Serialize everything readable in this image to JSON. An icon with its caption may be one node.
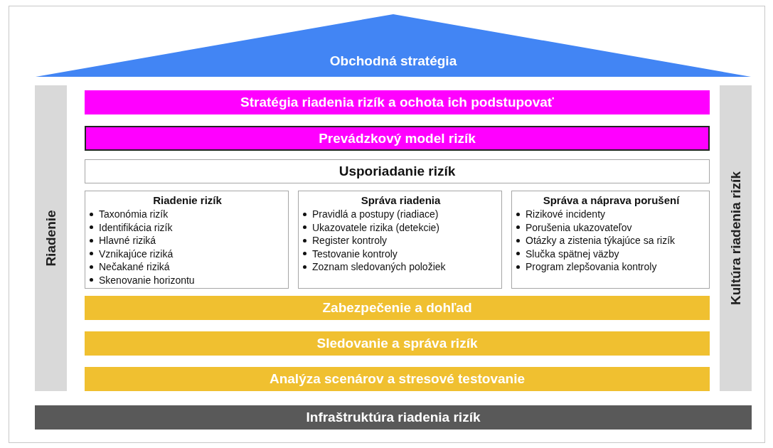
{
  "diagram": {
    "nodes": [
      {
        "text": [
          "Obchodná stratégia"
        ]
      },
      {
        "text": [
          "Riadenie"
        ]
      },
      {
        "text": [
          "Kultúra riadenia rizík"
        ]
      },
      {
        "text": [
          "Stratégia riadenia rizík a ochota ich podstupovať"
        ]
      },
      {
        "text": [
          "Prevádzkový model rizík"
        ]
      },
      {
        "text": [
          "Usporiadanie rizík"
        ]
      },
      {
        "text": [
          "Riadenie rizík",
          "Taxonómia rizík",
          "Identifikácia rizík",
          "Hlavné riziká",
          "Vznikajúce riziká",
          "Nečakané riziká",
          "Skenovanie horizontu"
        ]
      },
      {
        "text": [
          "Správa riadenia",
          "Pravidlá a postupy (riadiace)",
          "Ukazovatele rizika (detekcie)",
          "Register kontroly",
          "Testovanie kontroly",
          "Zoznam sledovaných položiek"
        ]
      },
      {
        "text": [
          "Správa a náprava porušení",
          "Rizikové incidenty",
          "Porušenia ukazovateľov",
          "Otázky a zistenia týkajúce sa rizík",
          "Slučka spätnej väzby",
          "Program zlepšovania kontroly"
        ]
      },
      {
        "text": [
          "Zabezpečenie a dohľad"
        ]
      },
      {
        "text": [
          "Sledovanie a správa rizík"
        ]
      },
      {
        "text": [
          "Analýza scenárov a stresové testovanie"
        ]
      },
      {
        "text": [
          "Infraštruktúra riadenia rizík"
        ]
      }
    ]
  }
}
